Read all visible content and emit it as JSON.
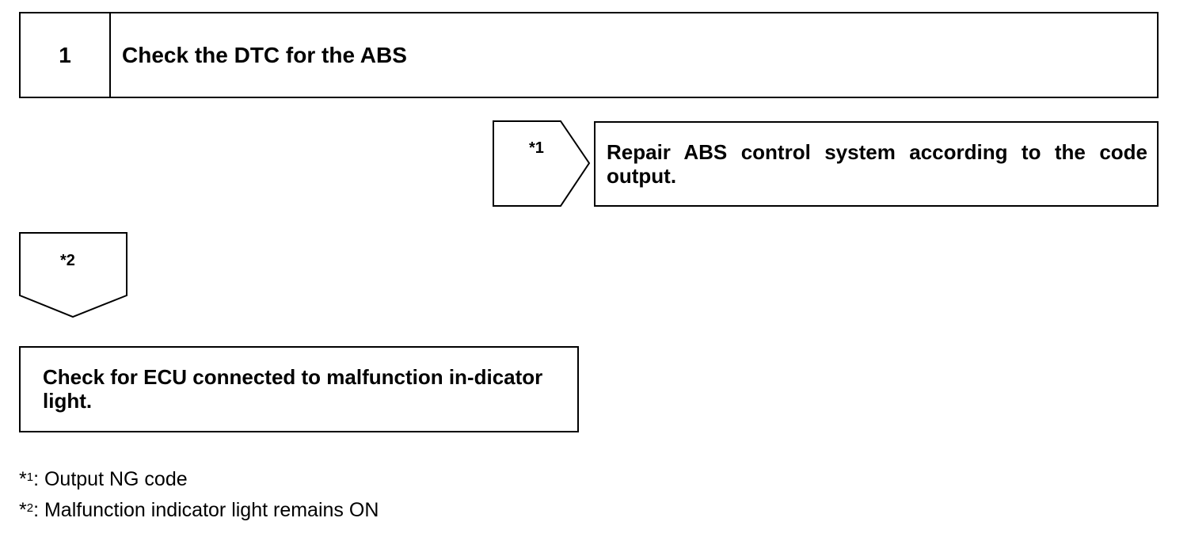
{
  "step": {
    "number": "1",
    "title": "Check the DTC for the ABS"
  },
  "branch_right": {
    "label": "*1",
    "result": "Repair ABS control system according to the code output."
  },
  "branch_down": {
    "label": "*2",
    "action": "Check for ECU connected to malfunction in-dicator light."
  },
  "legend": [
    {
      "mark": "*",
      "sup": "1",
      "text": ": Output NG code"
    },
    {
      "mark": "*",
      "sup": "2",
      "text": ": Malfunction indicator light remains ON"
    }
  ]
}
